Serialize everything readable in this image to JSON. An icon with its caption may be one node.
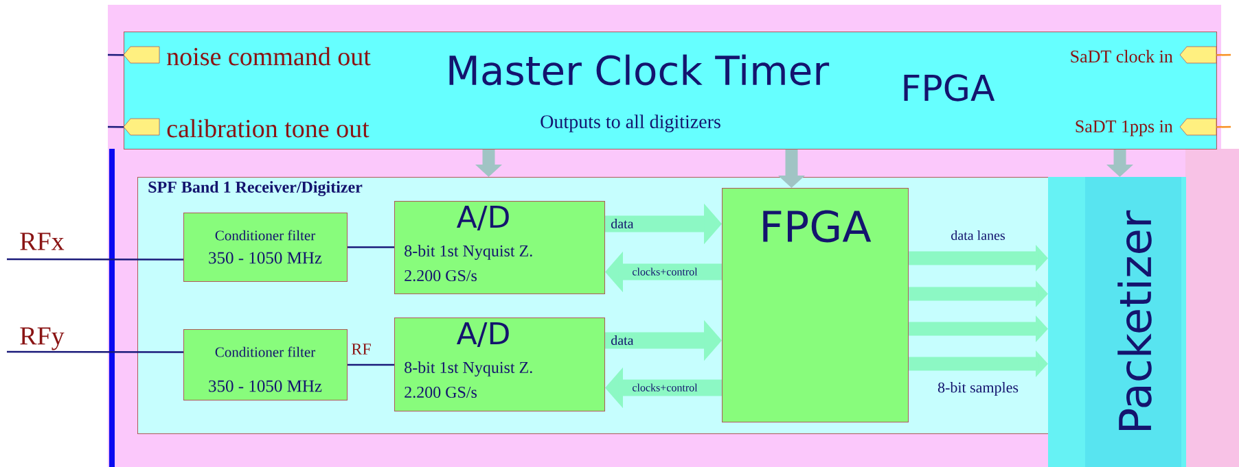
{
  "diagram": {
    "nodes": [
      {
        "text": [
          "Master Clock Timer",
          "Outputs to all digitizers",
          "FPGA"
        ]
      },
      {
        "text": [],
        "shape": "tag",
        "beside": [
          "noise command out"
        ],
        "in": 0
      },
      {
        "text": [],
        "shape": "tag",
        "beside": [
          "calibration tone out"
        ],
        "in": 0
      },
      {
        "text": [],
        "shape": "tag",
        "beside": [
          "SaDT clock in"
        ],
        "in": 0
      },
      {
        "text": [],
        "shape": "tag",
        "beside": [
          "SaDT 1pps in"
        ],
        "in": 0
      },
      {
        "text": [
          "SPF Band 1 Receiver/Digitizer"
        ]
      },
      {
        "text": [
          "Conditioner filter",
          "350 - 1050 MHz"
        ],
        "in": 5
      },
      {
        "text": [
          "A/D",
          "8-bit 1st Nyquist Z.",
          "2.200 GS/s"
        ],
        "in": 5
      },
      {
        "text": [
          "Conditioner filter",
          "350 - 1050 MHz"
        ],
        "in": 5
      },
      {
        "text": [
          "A/D",
          "8-bit 1st Nyquist Z.",
          "2.200 GS/s"
        ],
        "in": 5
      },
      {
        "text": [
          "FPGA"
        ],
        "in": 5
      },
      {
        "text": [
          "Packetizer"
        ]
      }
    ],
    "edges": [
      {
        "from": null,
        "to": 1,
        "arrow": "none",
        "color": "#1a1a7a"
      },
      {
        "from": null,
        "to": 2,
        "arrow": "none",
        "color": "#1a1a7a"
      },
      {
        "from": null,
        "to": 3,
        "arrow": "none",
        "color": "#f89020"
      },
      {
        "from": null,
        "to": 4,
        "arrow": "none",
        "color": "#f89020"
      },
      {
        "from": null,
        "to": 6,
        "arrow": "none",
        "color": "#1a1a7a"
      },
      {
        "from": null,
        "to": 8,
        "arrow": "none",
        "color": "#1a1a7a"
      },
      {
        "from": 6,
        "to": 7,
        "arrow": "none",
        "color": "#1a1a7a"
      },
      {
        "from": 8,
        "to": 9,
        "arrow": "none",
        "label": "RF",
        "color": "#1a1a7a"
      },
      {
        "from": 0,
        "to": 5,
        "arrow": "to",
        "color": "#a0c4c4"
      },
      {
        "from": 0,
        "to": 10,
        "arrow": "to",
        "color": "#a0c4c4"
      },
      {
        "from": 0,
        "to": 11,
        "arrow": "to",
        "color": "#a0c4c4"
      },
      {
        "from": 7,
        "to": 10,
        "arrow": "to",
        "label": "data"
      },
      {
        "from": 10,
        "to": 7,
        "arrow": "to",
        "label": "clocks+control"
      },
      {
        "from": 9,
        "to": 10,
        "arrow": "to",
        "label": "data"
      },
      {
        "from": 10,
        "to": 9,
        "arrow": "to",
        "label": "clocks+control"
      },
      {
        "from": 10,
        "to": 11,
        "arrow": "to"
      },
      {
        "from": 10,
        "to": 11,
        "arrow": "to"
      },
      {
        "from": 10,
        "to": 11,
        "arrow": "to"
      },
      {
        "from": 10,
        "to": 11,
        "arrow": "to"
      }
    ],
    "labels": [
      "RFx",
      "RFy",
      "data lanes",
      "8-bit samples"
    ]
  }
}
